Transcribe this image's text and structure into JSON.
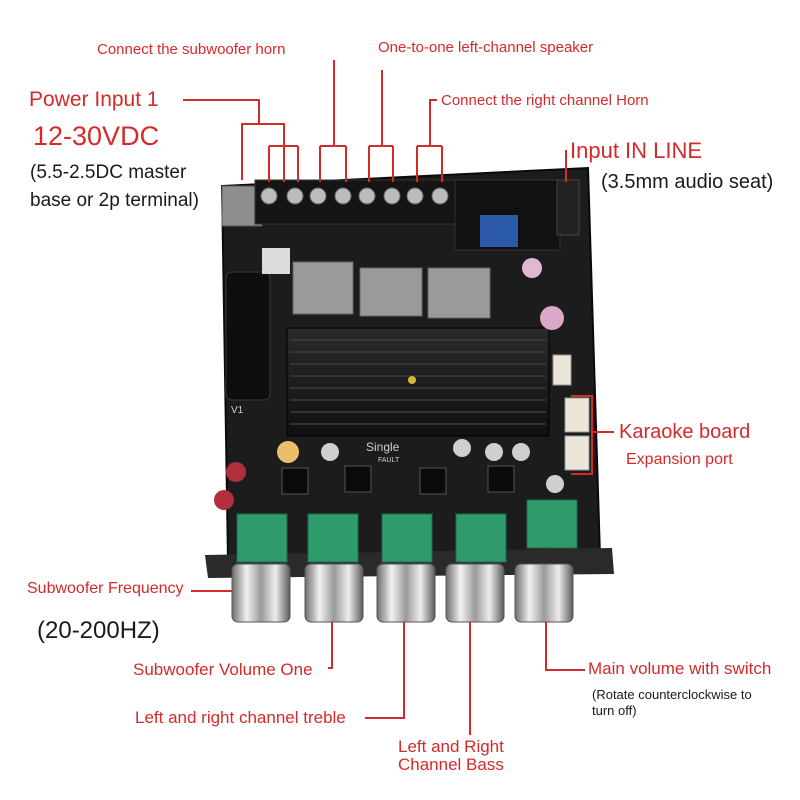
{
  "labels": {
    "subwoofer_horn": "Connect the subwoofer horn",
    "left_speaker": "One-to-one left-channel speaker",
    "power_input": "Power Input 1",
    "right_horn": "Connect the right channel Horn",
    "voltage": "12-30VDC",
    "power_note_1": "(5.5-2.5DC master",
    "power_note_2": "base or 2p terminal)",
    "input_line": "Input IN LINE",
    "audio_seat": "(3.5mm audio seat)",
    "karaoke_board": "Karaoke board",
    "expansion_port": "Expansion port",
    "sub_frequency": "Subwoofer Frequency",
    "freq_range": "(20-200HZ)",
    "sub_volume": "Subwoofer Volume One",
    "main_volume": "Main volume with switch",
    "main_volume_note_1": "(Rotate counterclockwise to",
    "main_volume_note_2": "turn off)",
    "treble": "Left and right channel treble",
    "bass_1": "Left and Right",
    "bass_2": "Channel Bass"
  },
  "board_text": {
    "single": "Single",
    "fault": "FAULT",
    "v1": "V1"
  },
  "colors": {
    "label_red": "#d42a2a",
    "board_black": "#1c1c1c",
    "pot_green": "#2f9a6c",
    "knob_silver": "#c8c8c8"
  }
}
